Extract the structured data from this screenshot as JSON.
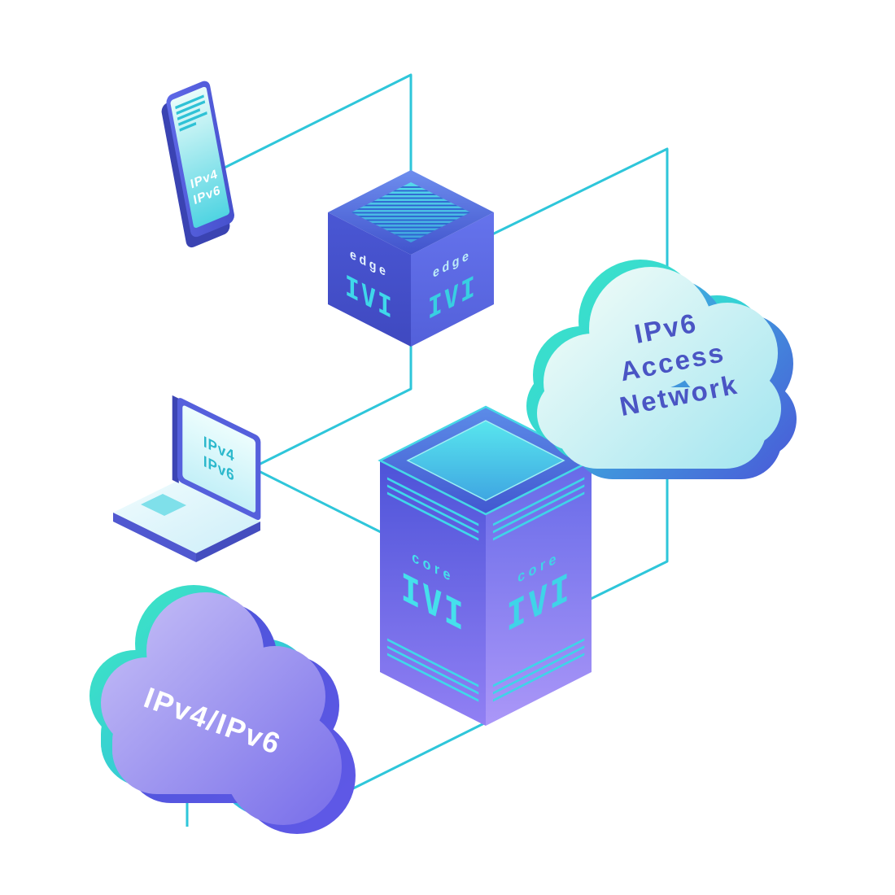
{
  "palette": {
    "connector": "#2ec6da",
    "indigo_text": "#4a55c4",
    "cyan_accent": "#3fd8ea",
    "violet_face": "#8f7cf4",
    "cloud_mint": "#eafaf5",
    "cloud_purple": "#8d84ee",
    "white_text": "#ffffff"
  },
  "nodes": {
    "phone": {
      "screen_label_line1": "IPv4",
      "screen_label_line2": "IPv6"
    },
    "edge_router": {
      "left_face": {
        "role": "edge",
        "logo": "IVI"
      },
      "right_face": {
        "role": "edge",
        "logo": "IVI"
      }
    },
    "laptop": {
      "screen_label_line1": "IPv4",
      "screen_label_line2": "IPv6"
    },
    "core_router": {
      "left_face": {
        "role": "core",
        "logo": "IVI"
      },
      "right_face": {
        "role": "core",
        "logo": "IVI"
      }
    },
    "ipv6_access_cloud": {
      "label_line1": "IPv6",
      "label_line2": "Access",
      "label_line3": "Network"
    },
    "ipv4_ipv6_cloud": {
      "label": "IPv4/IPv6"
    }
  }
}
